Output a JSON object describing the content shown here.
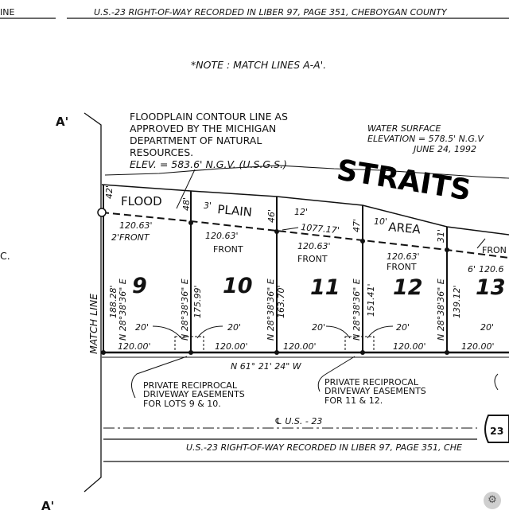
{
  "top": {
    "left_fragment": "INE",
    "right_of_way_top": "U.S.-23 RIGHT-OF-WAY RECORDED IN LIBER 97, PAGE 351, CHEBOYGAN COUNTY"
  },
  "note": "*NOTE : MATCH LINES A-A'.",
  "match_labels": {
    "top": "A'",
    "bottom": "A'"
  },
  "match_line_label": "MATCH LINE",
  "floodplain_note": [
    "FLOODPLAIN CONTOUR LINE AS",
    "APPROVED BY THE MICHIGAN",
    "DEPARTMENT OF NATURAL",
    "RESOURCES.",
    "ELEV. = 583.6' N.G.V. (U.S.G.S.)"
  ],
  "water_note": [
    "WATER SURFACE",
    "ELEVATION = 578.5' N.G.V",
    "JUNE 24, 1992"
  ],
  "straits_label": "STRAITS",
  "flood_words": {
    "flood": "FLOOD",
    "plain": "PLAIN",
    "area": "AREA"
  },
  "distances": {
    "d42": "42'",
    "d48": "48'",
    "d3": "3'",
    "d46": "46'",
    "d12": "12'",
    "d47": "47'",
    "d10": "10'",
    "d31": "31'",
    "d6": "6'",
    "d2front": "2'FRONT",
    "traverse": "1077.17'"
  },
  "lots": [
    {
      "number": "9",
      "front": "120.63'",
      "front_label": "",
      "depth": "188.28'",
      "bearing": "N 28°38'36\" E",
      "rear": "120.00'",
      "side": "20'"
    },
    {
      "number": "10",
      "front": "120.63'",
      "front_label": "FRONT",
      "depth": "175.99'",
      "bearing": "N 28°38'36\" E",
      "rear": "120.00'",
      "side": "20'"
    },
    {
      "number": "11",
      "front": "120.63'",
      "front_label": "FRONT",
      "depth": "163.70'",
      "bearing": "N 28°38'36\" E",
      "rear": "120.00'",
      "side": "20'"
    },
    {
      "number": "12",
      "front": "120.63'",
      "front_label": "FRONT",
      "depth": "151.41'",
      "bearing": "N 28°38'36\" E",
      "rear": "120.00'",
      "side": "20'"
    },
    {
      "number": "13",
      "front": "120.6",
      "front_label": "FRON",
      "depth": "139.12'",
      "bearing": "N 28°38'36\" E",
      "rear": "120.00'",
      "side": "20'"
    }
  ],
  "road_bearing": "N 61° 21' 24\" W",
  "easement_9_10": [
    "PRIVATE RECIPROCAL",
    "DRIVEWAY EASEMENTS",
    "FOR LOTS 9 & 10."
  ],
  "easement_11_12": [
    "PRIVATE RECIPROCAL",
    "DRIVEWAY EASEMENTS",
    "FOR 11 & 12."
  ],
  "centerline": "℄ U.S. - 23",
  "route_shield": "23",
  "right_of_way_bottom": "U.S.-23 RIGHT-OF-WAY RECORDED IN LIBER 97, PAGE 351, CHE",
  "left_edge_fragment": "C."
}
